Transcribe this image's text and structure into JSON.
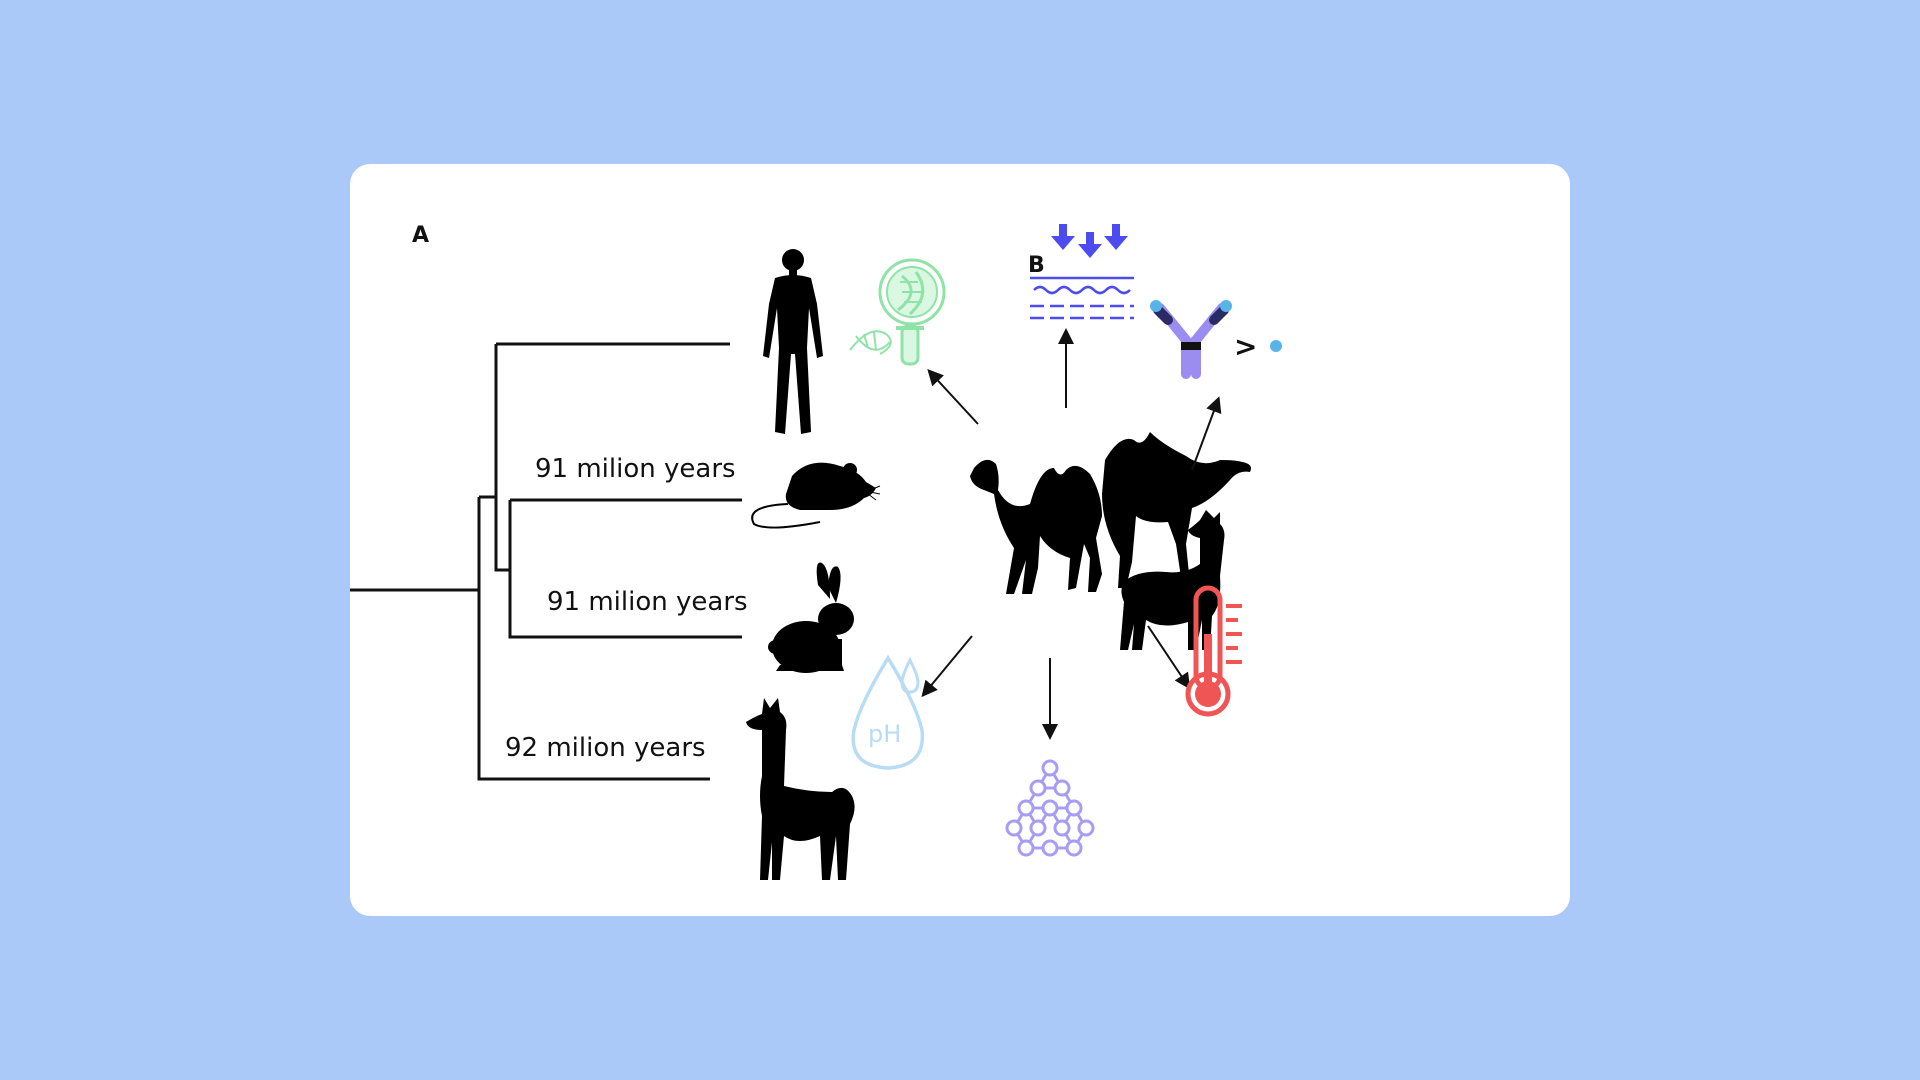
{
  "panels": {
    "a_label": "A",
    "b_label": "B"
  },
  "tree": {
    "branches": [
      {
        "label": "91 milion years"
      },
      {
        "label": "91 milion years"
      },
      {
        "label": "92 milion years"
      }
    ],
    "taxa": [
      "human-icon",
      "mouse-icon",
      "rabbit-icon",
      "llama-icon"
    ]
  },
  "properties": {
    "icons": [
      "dna-magnifier-icon",
      "penetration-arrows-icon",
      "antibody-comparison-icon",
      "temperature-icon",
      "hydrogel-network-icon",
      "ph-drop-icon"
    ],
    "antibody_symbol": ">",
    "ph_text": "pH",
    "center_icon": "camelids-icon"
  },
  "colors": {
    "background": "#aac8f8",
    "card": "#ffffff",
    "dna": "#8fe3a6",
    "arrows_blue": "#4b4bf0",
    "antibody_purple": "#9a8cf0",
    "antibody_light": "#56b4e9",
    "thermometer": "#f05555",
    "network": "#a89cf5",
    "ph": "#b8dcf5"
  }
}
